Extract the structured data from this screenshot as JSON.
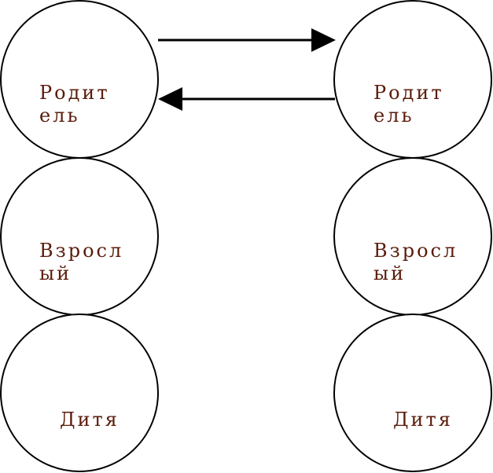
{
  "colors": {
    "label": "#5a1a0a",
    "outline": "#000000",
    "background": "#ffffff"
  },
  "left_person": {
    "parent_line1": "Родит",
    "parent_line2": "ель",
    "adult_line1": "Взросл",
    "adult_line2": "ый",
    "child": "Дитя"
  },
  "right_person": {
    "parent_line1": "Родит",
    "parent_line2": "ель",
    "adult_line1": "Взросл",
    "adult_line2": "ый",
    "child": "Дитя"
  },
  "transactions": [
    {
      "from": "left_person.parent",
      "to": "right_person.parent",
      "arrow": "right"
    },
    {
      "from": "right_person.parent",
      "to": "left_person.parent",
      "arrow": "left"
    }
  ]
}
